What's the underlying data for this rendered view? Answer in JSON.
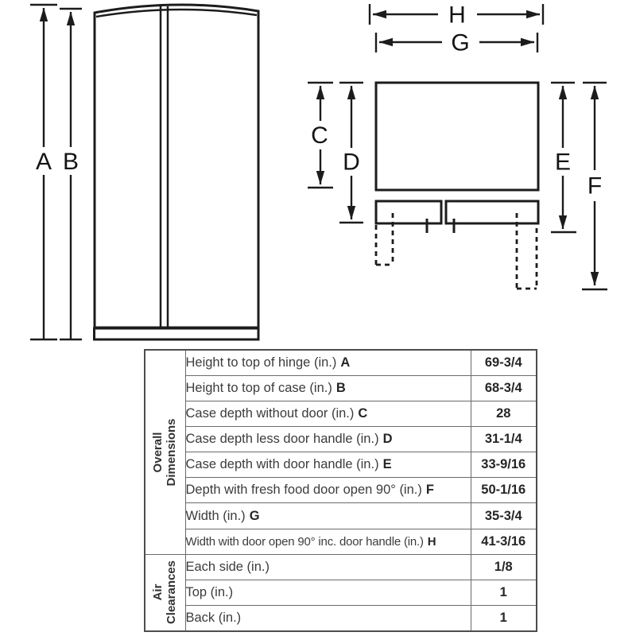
{
  "diagram": {
    "front_view": {
      "labels": {
        "a": "A",
        "b": "B"
      }
    },
    "top_view": {
      "labels": {
        "c": "C",
        "d": "D",
        "e": "E",
        "f": "F",
        "g": "G",
        "h": "H"
      }
    },
    "line_color": "#1c1c1c"
  },
  "table": {
    "sections": [
      {
        "header": "Overall Dimensions",
        "rows": [
          {
            "label": "Height to top of hinge (in.)",
            "letter": "A",
            "value": "69-3/4"
          },
          {
            "label": "Height to top of case (in.)",
            "letter": "B",
            "value": "68-3/4"
          },
          {
            "label": "Case depth without door (in.)",
            "letter": "C",
            "value": "28"
          },
          {
            "label": "Case depth less door handle (in.)",
            "letter": "D",
            "value": "31-1/4"
          },
          {
            "label": "Case depth with door handle (in.)",
            "letter": "E",
            "value": "33-9/16"
          },
          {
            "label": "Depth with fresh food door open 90° (in.)",
            "letter": "F",
            "value": "50-1/16"
          },
          {
            "label": "Width (in.)",
            "letter": "G",
            "value": "35-3/4"
          },
          {
            "label": "Width with door open 90° inc. door handle (in.)",
            "letter": "H",
            "value": "41-3/16"
          }
        ]
      },
      {
        "header": "Air Clearances",
        "rows": [
          {
            "label": "Each side (in.)",
            "letter": "",
            "value": "1/8"
          },
          {
            "label": "Top (in.)",
            "letter": "",
            "value": "1"
          },
          {
            "label": "Back (in.)",
            "letter": "",
            "value": "1"
          }
        ]
      }
    ]
  }
}
